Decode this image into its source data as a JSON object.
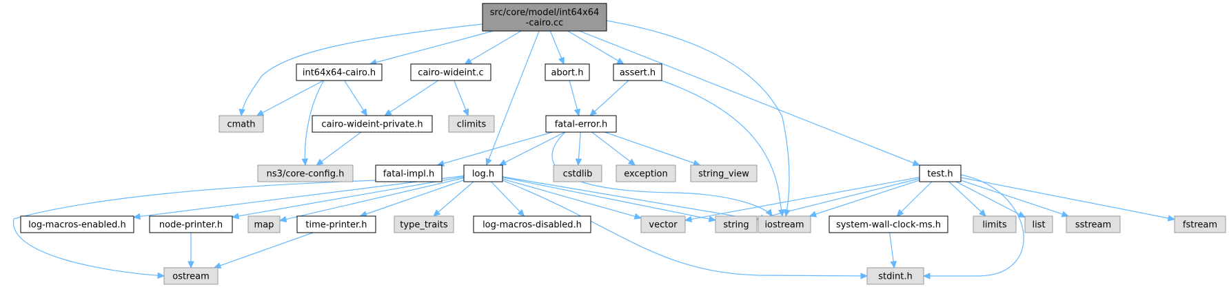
{
  "colors": {
    "root_fill": "#999999",
    "header_fill": "#ffffff",
    "header_stroke": "#000000",
    "system_fill": "#e0e0e0",
    "system_stroke": "#999999",
    "edge": "#63b8ff"
  },
  "nodes": [
    {
      "id": "root",
      "lines": [
        "src/core/model/int64x64",
        "-cairo.cc"
      ],
      "kind": "root"
    },
    {
      "id": "int64x64_cairo_h",
      "lines": [
        "int64x64-cairo.h"
      ],
      "kind": "header"
    },
    {
      "id": "cairo_wideint_c",
      "lines": [
        "cairo-wideint.c"
      ],
      "kind": "header"
    },
    {
      "id": "abort_h",
      "lines": [
        "abort.h"
      ],
      "kind": "header"
    },
    {
      "id": "assert_h",
      "lines": [
        "assert.h"
      ],
      "kind": "header"
    },
    {
      "id": "test_h",
      "lines": [
        "test.h"
      ],
      "kind": "header"
    },
    {
      "id": "cmath",
      "lines": [
        "cmath"
      ],
      "kind": "system"
    },
    {
      "id": "cairo_wideint_private_h",
      "lines": [
        "cairo-wideint-private.h"
      ],
      "kind": "header"
    },
    {
      "id": "climits",
      "lines": [
        "climits"
      ],
      "kind": "system"
    },
    {
      "id": "fatal_error_h",
      "lines": [
        "fatal-error.h"
      ],
      "kind": "header"
    },
    {
      "id": "ns3_core_config_h",
      "lines": [
        "ns3/core-config.h"
      ],
      "kind": "system"
    },
    {
      "id": "fatal_impl_h",
      "lines": [
        "fatal-impl.h"
      ],
      "kind": "header"
    },
    {
      "id": "log_h",
      "lines": [
        "log.h"
      ],
      "kind": "header"
    },
    {
      "id": "cstdlib",
      "lines": [
        "cstdlib"
      ],
      "kind": "system"
    },
    {
      "id": "exception",
      "lines": [
        "exception"
      ],
      "kind": "system"
    },
    {
      "id": "string_view",
      "lines": [
        "string_view"
      ],
      "kind": "system"
    },
    {
      "id": "log_macros_enabled_h",
      "lines": [
        "log-macros-enabled.h"
      ],
      "kind": "header"
    },
    {
      "id": "node_printer_h",
      "lines": [
        "node-printer.h"
      ],
      "kind": "header"
    },
    {
      "id": "map",
      "lines": [
        "map"
      ],
      "kind": "system"
    },
    {
      "id": "time_printer_h",
      "lines": [
        "time-printer.h"
      ],
      "kind": "header"
    },
    {
      "id": "type_traits",
      "lines": [
        "type_traits"
      ],
      "kind": "system"
    },
    {
      "id": "log_macros_disabled_h",
      "lines": [
        "log-macros-disabled.h"
      ],
      "kind": "header"
    },
    {
      "id": "vector",
      "lines": [
        "vector"
      ],
      "kind": "system"
    },
    {
      "id": "string",
      "lines": [
        "string"
      ],
      "kind": "system"
    },
    {
      "id": "iostream",
      "lines": [
        "iostream"
      ],
      "kind": "system"
    },
    {
      "id": "system_wall_clock_ms_h",
      "lines": [
        "system-wall-clock-ms.h"
      ],
      "kind": "header"
    },
    {
      "id": "limits",
      "lines": [
        "limits"
      ],
      "kind": "system"
    },
    {
      "id": "list",
      "lines": [
        "list"
      ],
      "kind": "system"
    },
    {
      "id": "sstream",
      "lines": [
        "sstream"
      ],
      "kind": "system"
    },
    {
      "id": "fstream",
      "lines": [
        "fstream"
      ],
      "kind": "system"
    },
    {
      "id": "ostream",
      "lines": [
        "ostream"
      ],
      "kind": "system"
    },
    {
      "id": "stdint_h",
      "lines": [
        "stdint.h"
      ],
      "kind": "system"
    }
  ],
  "edges": [
    {
      "from": "root",
      "to": "int64x64_cairo_h"
    },
    {
      "from": "root",
      "to": "cairo_wideint_c"
    },
    {
      "from": "root",
      "to": "abort_h"
    },
    {
      "from": "root",
      "to": "assert_h"
    },
    {
      "from": "root",
      "to": "test_h"
    },
    {
      "from": "root",
      "to": "cmath"
    },
    {
      "from": "root",
      "to": "log_h"
    },
    {
      "from": "root",
      "to": "iostream"
    },
    {
      "from": "int64x64_cairo_h",
      "to": "cmath"
    },
    {
      "from": "int64x64_cairo_h",
      "to": "cairo_wideint_private_h"
    },
    {
      "from": "int64x64_cairo_h",
      "to": "ns3_core_config_h"
    },
    {
      "from": "cairo_wideint_c",
      "to": "cairo_wideint_private_h"
    },
    {
      "from": "cairo_wideint_c",
      "to": "climits"
    },
    {
      "from": "cairo_wideint_private_h",
      "to": "ns3_core_config_h"
    },
    {
      "from": "abort_h",
      "to": "fatal_error_h"
    },
    {
      "from": "assert_h",
      "to": "fatal_error_h"
    },
    {
      "from": "assert_h",
      "to": "iostream"
    },
    {
      "from": "fatal_error_h",
      "to": "fatal_impl_h"
    },
    {
      "from": "fatal_error_h",
      "to": "log_h"
    },
    {
      "from": "fatal_error_h",
      "to": "cstdlib"
    },
    {
      "from": "fatal_error_h",
      "to": "exception"
    },
    {
      "from": "fatal_error_h",
      "to": "string_view"
    },
    {
      "from": "fatal_error_h",
      "to": "iostream"
    },
    {
      "from": "fatal_impl_h",
      "to": "ostream"
    },
    {
      "from": "log_h",
      "to": "log_macros_enabled_h"
    },
    {
      "from": "log_h",
      "to": "node_printer_h"
    },
    {
      "from": "log_h",
      "to": "map"
    },
    {
      "from": "log_h",
      "to": "time_printer_h"
    },
    {
      "from": "log_h",
      "to": "type_traits"
    },
    {
      "from": "log_h",
      "to": "log_macros_disabled_h"
    },
    {
      "from": "log_h",
      "to": "vector"
    },
    {
      "from": "log_h",
      "to": "string"
    },
    {
      "from": "log_h",
      "to": "iostream"
    },
    {
      "from": "log_h",
      "to": "stdint_h"
    },
    {
      "from": "node_printer_h",
      "to": "ostream"
    },
    {
      "from": "time_printer_h",
      "to": "ostream"
    },
    {
      "from": "test_h",
      "to": "vector"
    },
    {
      "from": "test_h",
      "to": "string"
    },
    {
      "from": "test_h",
      "to": "iostream"
    },
    {
      "from": "test_h",
      "to": "system_wall_clock_ms_h"
    },
    {
      "from": "test_h",
      "to": "limits"
    },
    {
      "from": "test_h",
      "to": "list"
    },
    {
      "from": "test_h",
      "to": "sstream"
    },
    {
      "from": "test_h",
      "to": "fstream"
    },
    {
      "from": "test_h",
      "to": "stdint_h"
    },
    {
      "from": "system_wall_clock_ms_h",
      "to": "stdint_h"
    }
  ]
}
